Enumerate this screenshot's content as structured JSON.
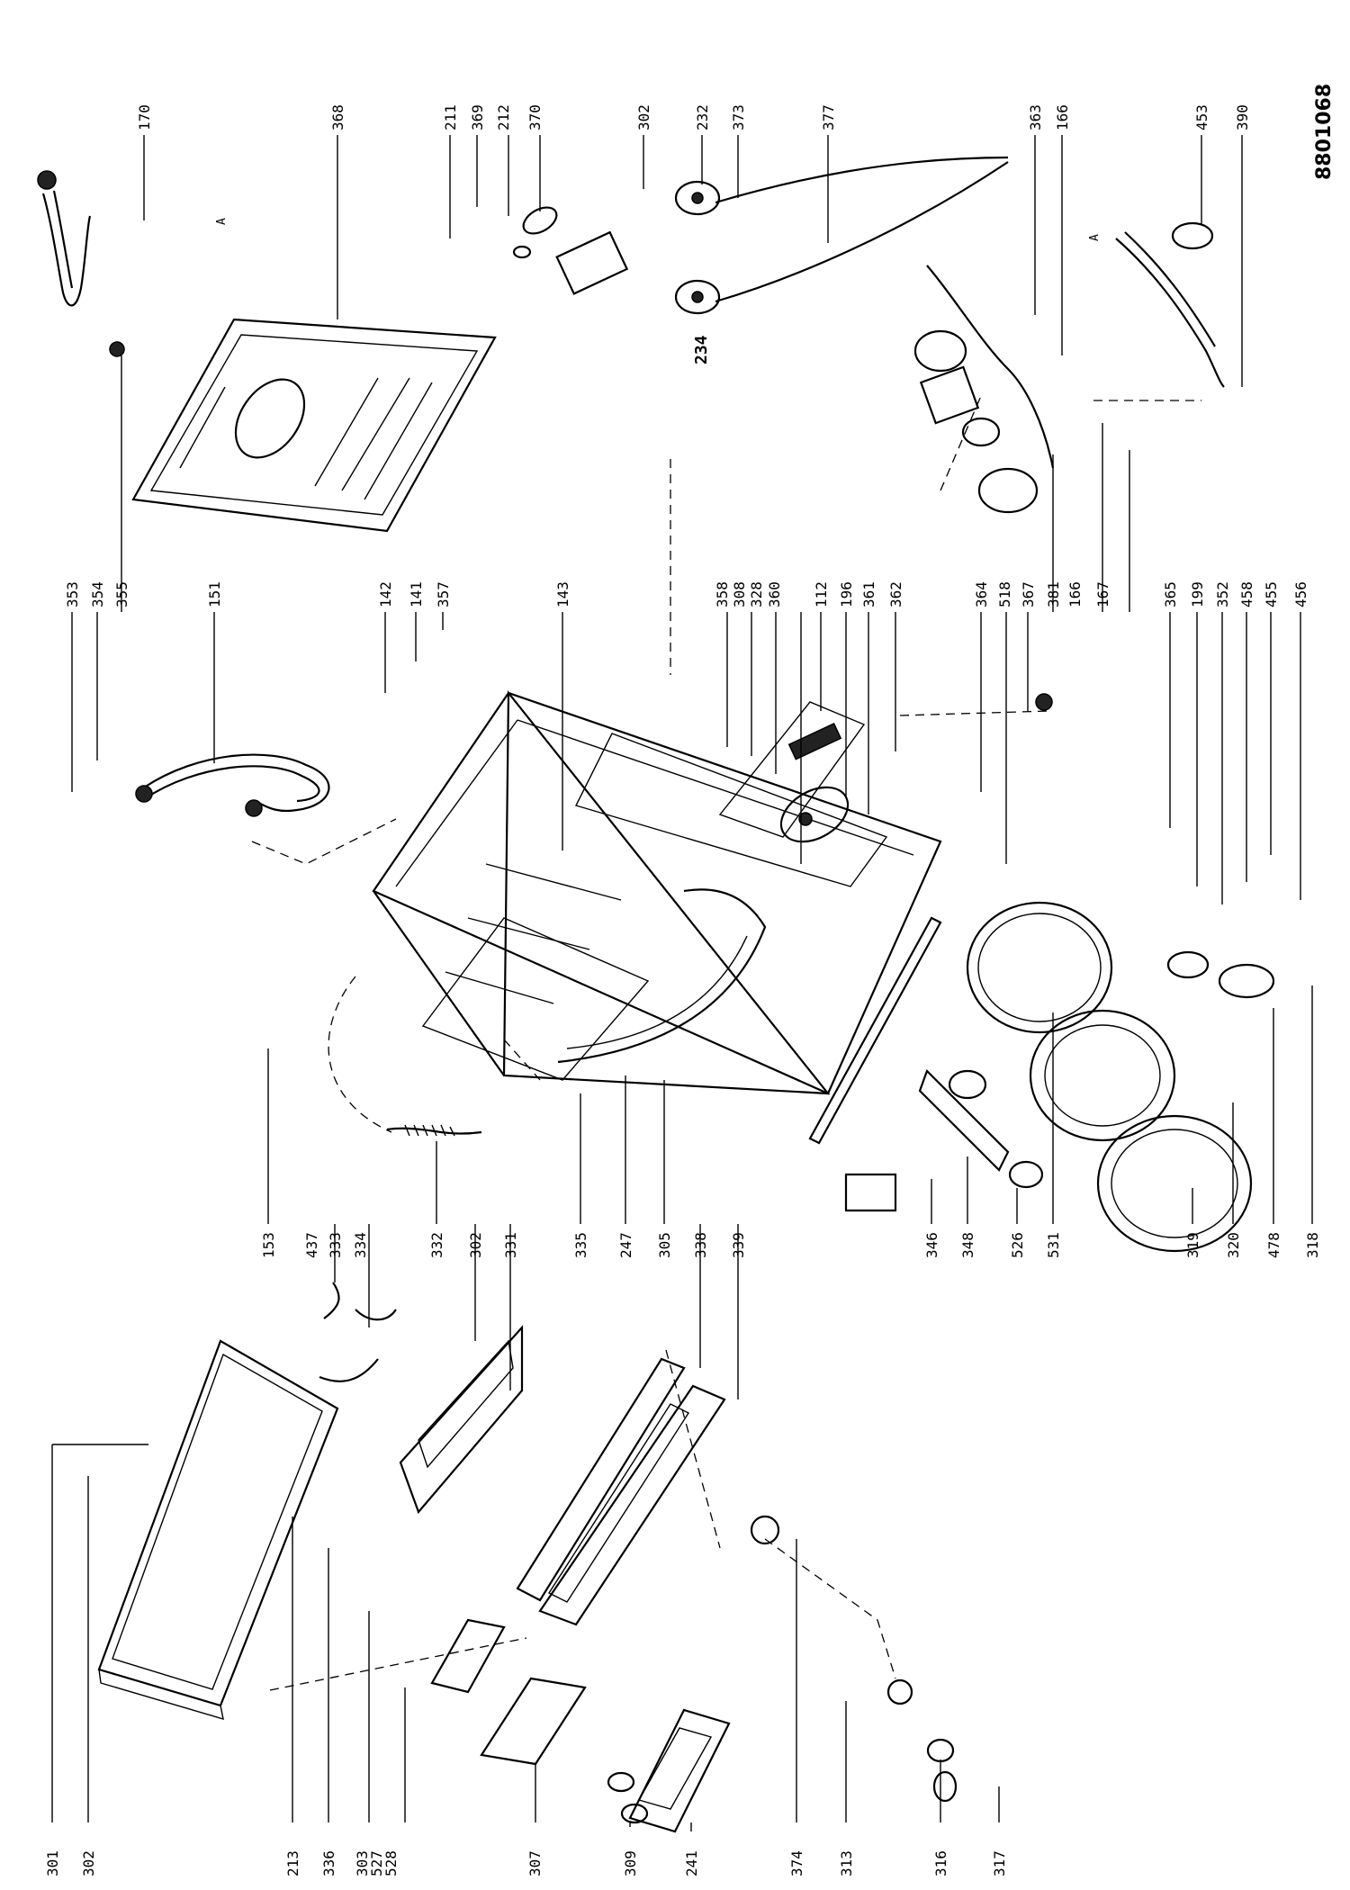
{
  "document_number": "8801068",
  "callouts": [
    "301",
    "302",
    "213",
    "336",
    "303",
    "527",
    "528",
    "307",
    "309",
    "241",
    "374",
    "313",
    "316",
    "317",
    "437",
    "333",
    "334",
    "332",
    "302",
    "331",
    "335",
    "247",
    "305",
    "338",
    "339",
    "153",
    "346",
    "348",
    "526",
    "531",
    "319",
    "320",
    "478",
    "318",
    "353",
    "354",
    "355",
    "151",
    "142",
    "141",
    "357",
    "143",
    "358",
    "308",
    "328",
    "360",
    "112",
    "196",
    "361",
    "362",
    "364",
    "518",
    "367",
    "365",
    "199",
    "352",
    "458",
    "455",
    "456",
    "381",
    "166",
    "167",
    "368",
    "211",
    "369",
    "212",
    "370",
    "302",
    "232",
    "373",
    "377",
    "363",
    "166",
    "453",
    "390",
    "170",
    "234"
  ],
  "markers": [
    "A",
    "A"
  ]
}
